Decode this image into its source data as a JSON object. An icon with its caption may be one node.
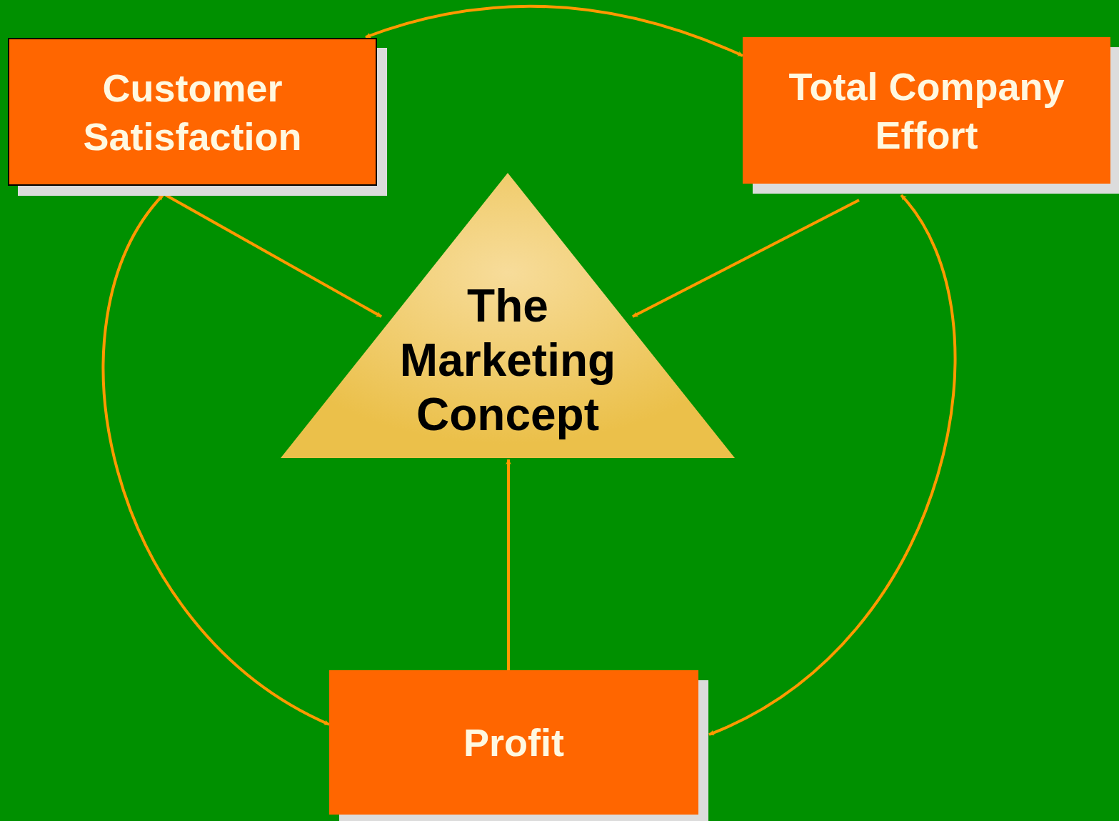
{
  "diagram": {
    "nodes": [
      {
        "text": [
          "Customer Satisfaction"
        ]
      },
      {
        "text": [
          "Total Company Effort"
        ]
      },
      {
        "text": [
          "The Marketing Concept"
        ]
      },
      {
        "text": [
          "Profit"
        ]
      }
    ],
    "edges": [
      {
        "from": 0,
        "to": 1,
        "arrow": "both"
      },
      {
        "from": 0,
        "to": 2,
        "arrow": "to"
      },
      {
        "from": 1,
        "to": 2,
        "arrow": "to"
      },
      {
        "from": 3,
        "to": 2,
        "arrow": "to"
      },
      {
        "from": 0,
        "to": 3,
        "arrow": "both"
      },
      {
        "from": 1,
        "to": 3,
        "arrow": "both"
      }
    ]
  }
}
